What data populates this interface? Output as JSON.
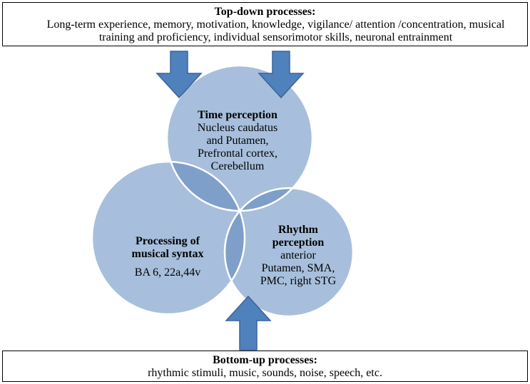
{
  "top_box": {
    "title": "Top-down processes:",
    "line1": "Long-term experience, memory, motivation, knowledge, vigilance/ attention /concentration, musical",
    "line2": "training and proficiency, individual sensorimotor skills, neuronal entrainment"
  },
  "bottom_box": {
    "title": "Bottom-up processes:",
    "text": "rhythmic stimuli, music, sounds, noise, speech, etc."
  },
  "circles": {
    "time": {
      "title": "Time perception",
      "line1": "Nucleus caudatus",
      "line2": "and Putamen,",
      "line3": "Prefrontal cortex,",
      "line4": "Cerebellum"
    },
    "syntax": {
      "title1": "Processing of",
      "title2": "musical syntax",
      "body": "BA 6, 22a,44v"
    },
    "rhythm": {
      "title1": "Rhythm",
      "title2": "perception",
      "line1": "anterior",
      "line2": "Putamen, SMA,",
      "line3": "PMC, right STG"
    }
  },
  "colors": {
    "circle_fill": "#a7bfdc",
    "circle_stroke": "#ffffff",
    "arrow_fill": "#4f81bd",
    "arrow_stroke": "#3a6496"
  }
}
